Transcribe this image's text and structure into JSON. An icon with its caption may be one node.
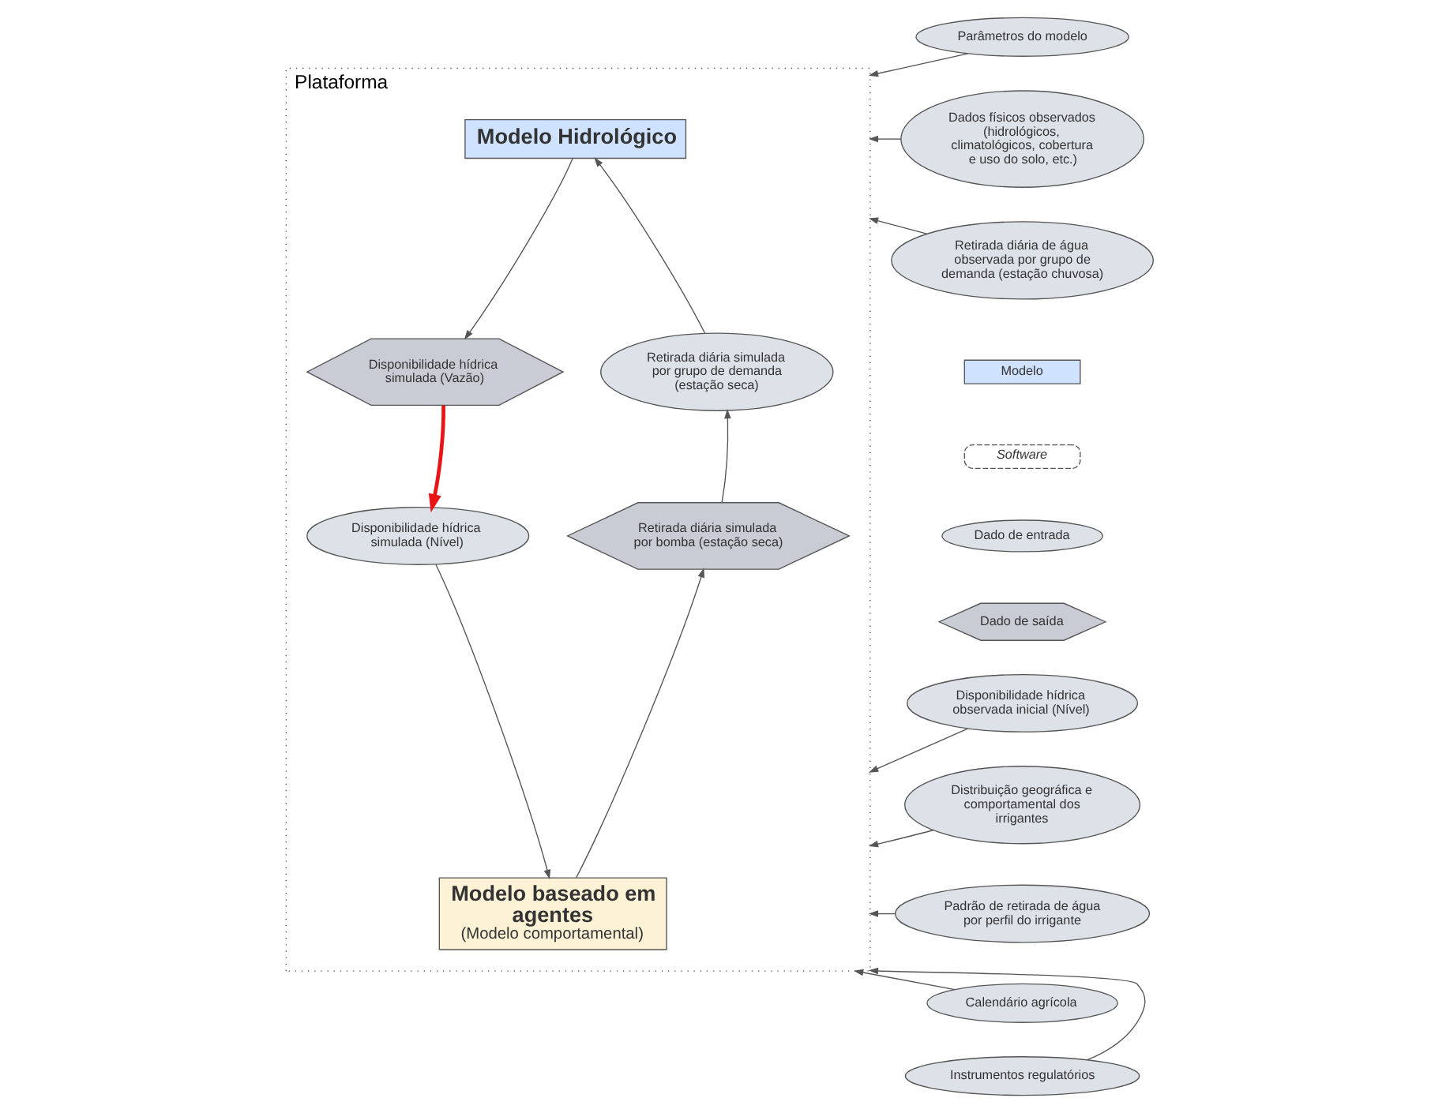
{
  "diagram": {
    "nodes": [
      {
        "text": [
          "Plataforma"
        ]
      },
      {
        "text": [
          "Modelo Hidrológico"
        ],
        "in": 0
      },
      {
        "text": [
          "Disponibilidade hídrica simulada (Vazão)"
        ],
        "in": 0
      },
      {
        "text": [
          "Disponibilidade hídrica simulada (Nível)"
        ],
        "in": 0
      },
      {
        "text": [
          "Retirada diária simulada por grupo de demanda (estação seca)"
        ],
        "in": 0
      },
      {
        "text": [
          "Retirada diária simulada por bomba (estação seca)"
        ],
        "in": 0
      },
      {
        "text": [
          "Modelo baseado em agentes",
          "(Modelo comportamental)"
        ],
        "in": 0
      },
      {
        "text": [
          "Parâmetros do modelo"
        ]
      },
      {
        "text": [
          "Dados físicos observados (hidrológicos, climatológicos, cobertura e uso do solo, etc.)"
        ]
      },
      {
        "text": [
          "Retirada diária de água observada por grupo de demanda (estação chuvosa)"
        ]
      },
      {
        "text": [
          "Disponibilidade hídrica observada inicial (Nível)"
        ]
      },
      {
        "text": [
          "Distribuição geográfica e comportamental dos irrigantes"
        ]
      },
      {
        "text": [
          "Padrão de retirada de água por perfil do irrigante"
        ]
      },
      {
        "text": [
          "Calendário agrícola"
        ]
      },
      {
        "text": [
          "Instrumentos regulatórios"
        ]
      }
    ],
    "edges": [
      {
        "from": 1,
        "to": 2,
        "arrow": "to"
      },
      {
        "from": 2,
        "to": 3,
        "arrow": "to",
        "style": "thick",
        "color": "#e81416"
      },
      {
        "from": 3,
        "to": 6,
        "arrow": "to"
      },
      {
        "from": 6,
        "to": 5,
        "arrow": "to"
      },
      {
        "from": 5,
        "to": 4,
        "arrow": "to"
      },
      {
        "from": 4,
        "to": 1,
        "arrow": "to"
      },
      {
        "from": 7,
        "to": 0,
        "arrow": "to"
      },
      {
        "from": 8,
        "to": 0,
        "arrow": "to"
      },
      {
        "from": 9,
        "to": 0,
        "arrow": "to"
      },
      {
        "from": 10,
        "to": 0,
        "arrow": "to"
      },
      {
        "from": 11,
        "to": 0,
        "arrow": "to"
      },
      {
        "from": 12,
        "to": 0,
        "arrow": "to"
      },
      {
        "from": 13,
        "to": 0,
        "arrow": "to"
      },
      {
        "from": 14,
        "to": 0,
        "arrow": "to"
      }
    ],
    "legend": [
      {
        "text": "Modelo"
      },
      {
        "text": "Software"
      },
      {
        "text": "Dado de entrada"
      },
      {
        "text": "Dado de saída"
      }
    ]
  }
}
